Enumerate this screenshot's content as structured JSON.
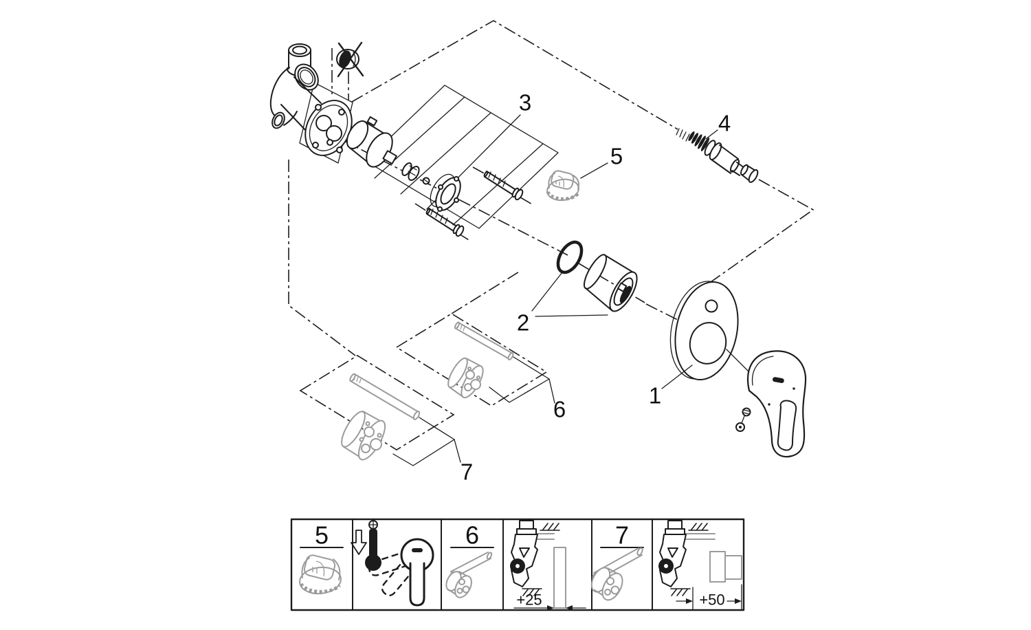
{
  "colors": {
    "line": "#1c1c1c",
    "accessory_grey": "#9b9b9b",
    "background": "#ffffff"
  },
  "callouts": {
    "c1": "1",
    "c2": "2",
    "c3": "3",
    "c4": "4",
    "c5": "5",
    "c6": "6",
    "c7": "7"
  },
  "legend": {
    "item5_number": "5",
    "item6_number": "6",
    "item7_number": "7",
    "depth_25": "+25",
    "depth_50": "+50",
    "icons": [
      "temperature-limiter-cap-icon",
      "thermometer-down-arrow-icon",
      "lever-swing-icon",
      "extension-rod-spacer-icon",
      "rough-in-depth-plus-25-icon",
      "rough-in-depth-plus-50-icon"
    ]
  }
}
